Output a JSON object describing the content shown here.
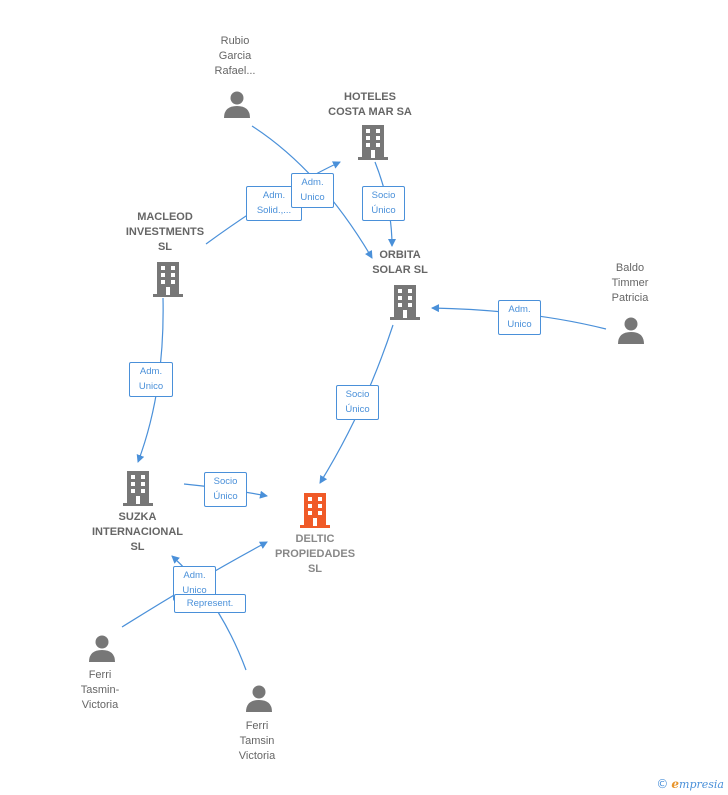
{
  "nodes": {
    "rubio": "Rubio\nGarcia\nRafael...",
    "hoteles": "HOTELES\nCOSTA MAR SA",
    "macleod": "MACLEOD\nINVESTMENTS\nSL",
    "orbita": "ORBITA\nSOLAR  SL",
    "baldo": "Baldo\nTimmer\nPatricia",
    "suzka": "SUZKA\nINTERNACIONAL\nSL",
    "deltic": "DELTIC\nPROPIEDADES\nSL",
    "ferri_tasmin": "Ferri\nTasmin-\nVictoria",
    "ferri_tamsin": "Ferri\nTamsin\nVictoria"
  },
  "edges": {
    "adm_solid": "Adm.\nSolid.,...",
    "adm_unico_top": "Adm.\nUnico",
    "socio_unico_hoteles": "Socio\nÚnico",
    "adm_unico_baldo": "Adm.\nUnico",
    "adm_unico_macleod": "Adm.\nUnico",
    "socio_unico_orbita": "Socio\nÚnico",
    "socio_unico_suzka": "Socio\nÚnico",
    "adm_unico_ferri": "Adm.\nUnico",
    "represent": "Represent."
  },
  "colors": {
    "edge": "#4a90d9",
    "company": "#777777",
    "focus_company": "#f05a28",
    "person": "#777777"
  },
  "footer": {
    "copyright": "©",
    "brand_initial": "e",
    "brand_rest": "mpresia"
  }
}
